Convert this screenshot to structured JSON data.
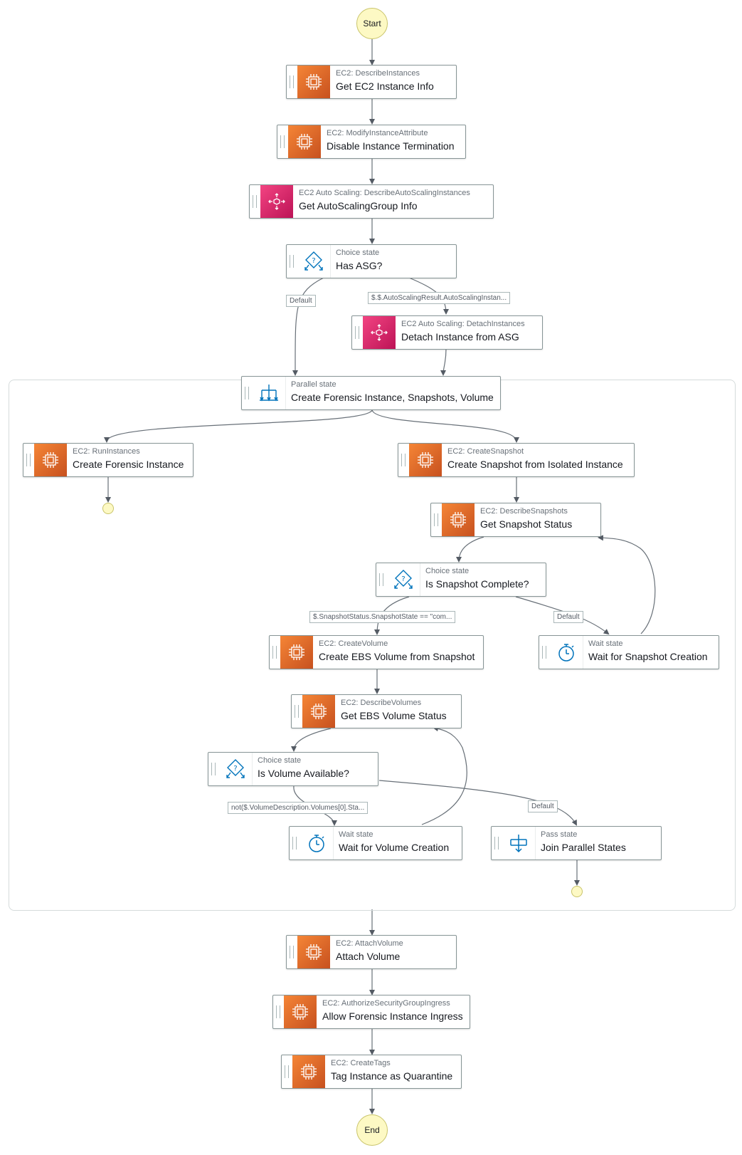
{
  "start_label": "Start",
  "end_label": "End",
  "nodes": {
    "get_ec2": {
      "type": "EC2: DescribeInstances",
      "label": "Get EC2 Instance Info"
    },
    "disable_term": {
      "type": "EC2: ModifyInstanceAttribute",
      "label": "Disable Instance Termination"
    },
    "get_asg": {
      "type": "EC2 Auto Scaling: DescribeAutoScalingInstances",
      "label": "Get AutoScalingGroup Info"
    },
    "has_asg": {
      "type": "Choice state",
      "label": "Has ASG?"
    },
    "detach": {
      "type": "EC2 Auto Scaling: DetachInstances",
      "label": "Detach Instance from ASG"
    },
    "parallel": {
      "type": "Parallel state",
      "label": "Create Forensic Instance, Snapshots, Volume"
    },
    "run_inst": {
      "type": "EC2: RunInstances",
      "label": "Create Forensic Instance"
    },
    "create_snap": {
      "type": "EC2: CreateSnapshot",
      "label": "Create Snapshot from Isolated Instance"
    },
    "get_snap": {
      "type": "EC2: DescribeSnapshots",
      "label": "Get Snapshot Status"
    },
    "snap_complete": {
      "type": "Choice state",
      "label": "Is Snapshot Complete?"
    },
    "create_vol": {
      "type": "EC2: CreateVolume",
      "label": "Create EBS Volume from Snapshot"
    },
    "wait_snap": {
      "type": "Wait state",
      "label": "Wait for Snapshot Creation"
    },
    "get_vol": {
      "type": "EC2: DescribeVolumes",
      "label": "Get EBS Volume Status"
    },
    "vol_avail": {
      "type": "Choice state",
      "label": "Is Volume Available?"
    },
    "wait_vol": {
      "type": "Wait state",
      "label": "Wait for Volume Creation"
    },
    "join": {
      "type": "Pass state",
      "label": "Join Parallel States"
    },
    "attach": {
      "type": "EC2: AttachVolume",
      "label": "Attach Volume"
    },
    "allow_ingress": {
      "type": "EC2: AuthorizeSecurityGroupIngress",
      "label": "Allow Forensic Instance Ingress"
    },
    "tag": {
      "type": "EC2: CreateTags",
      "label": "Tag Instance as Quarantine"
    }
  },
  "edge_labels": {
    "has_asg_default": "Default",
    "has_asg_true": "$.$.AutoScalingResult.AutoScalingInstan...",
    "snap_true": "$.SnapshotStatus.SnapshotState == \"com...",
    "snap_default": "Default",
    "vol_not": "not($.VolumeDescription.Volumes[0].Sta...",
    "vol_default": "Default"
  }
}
